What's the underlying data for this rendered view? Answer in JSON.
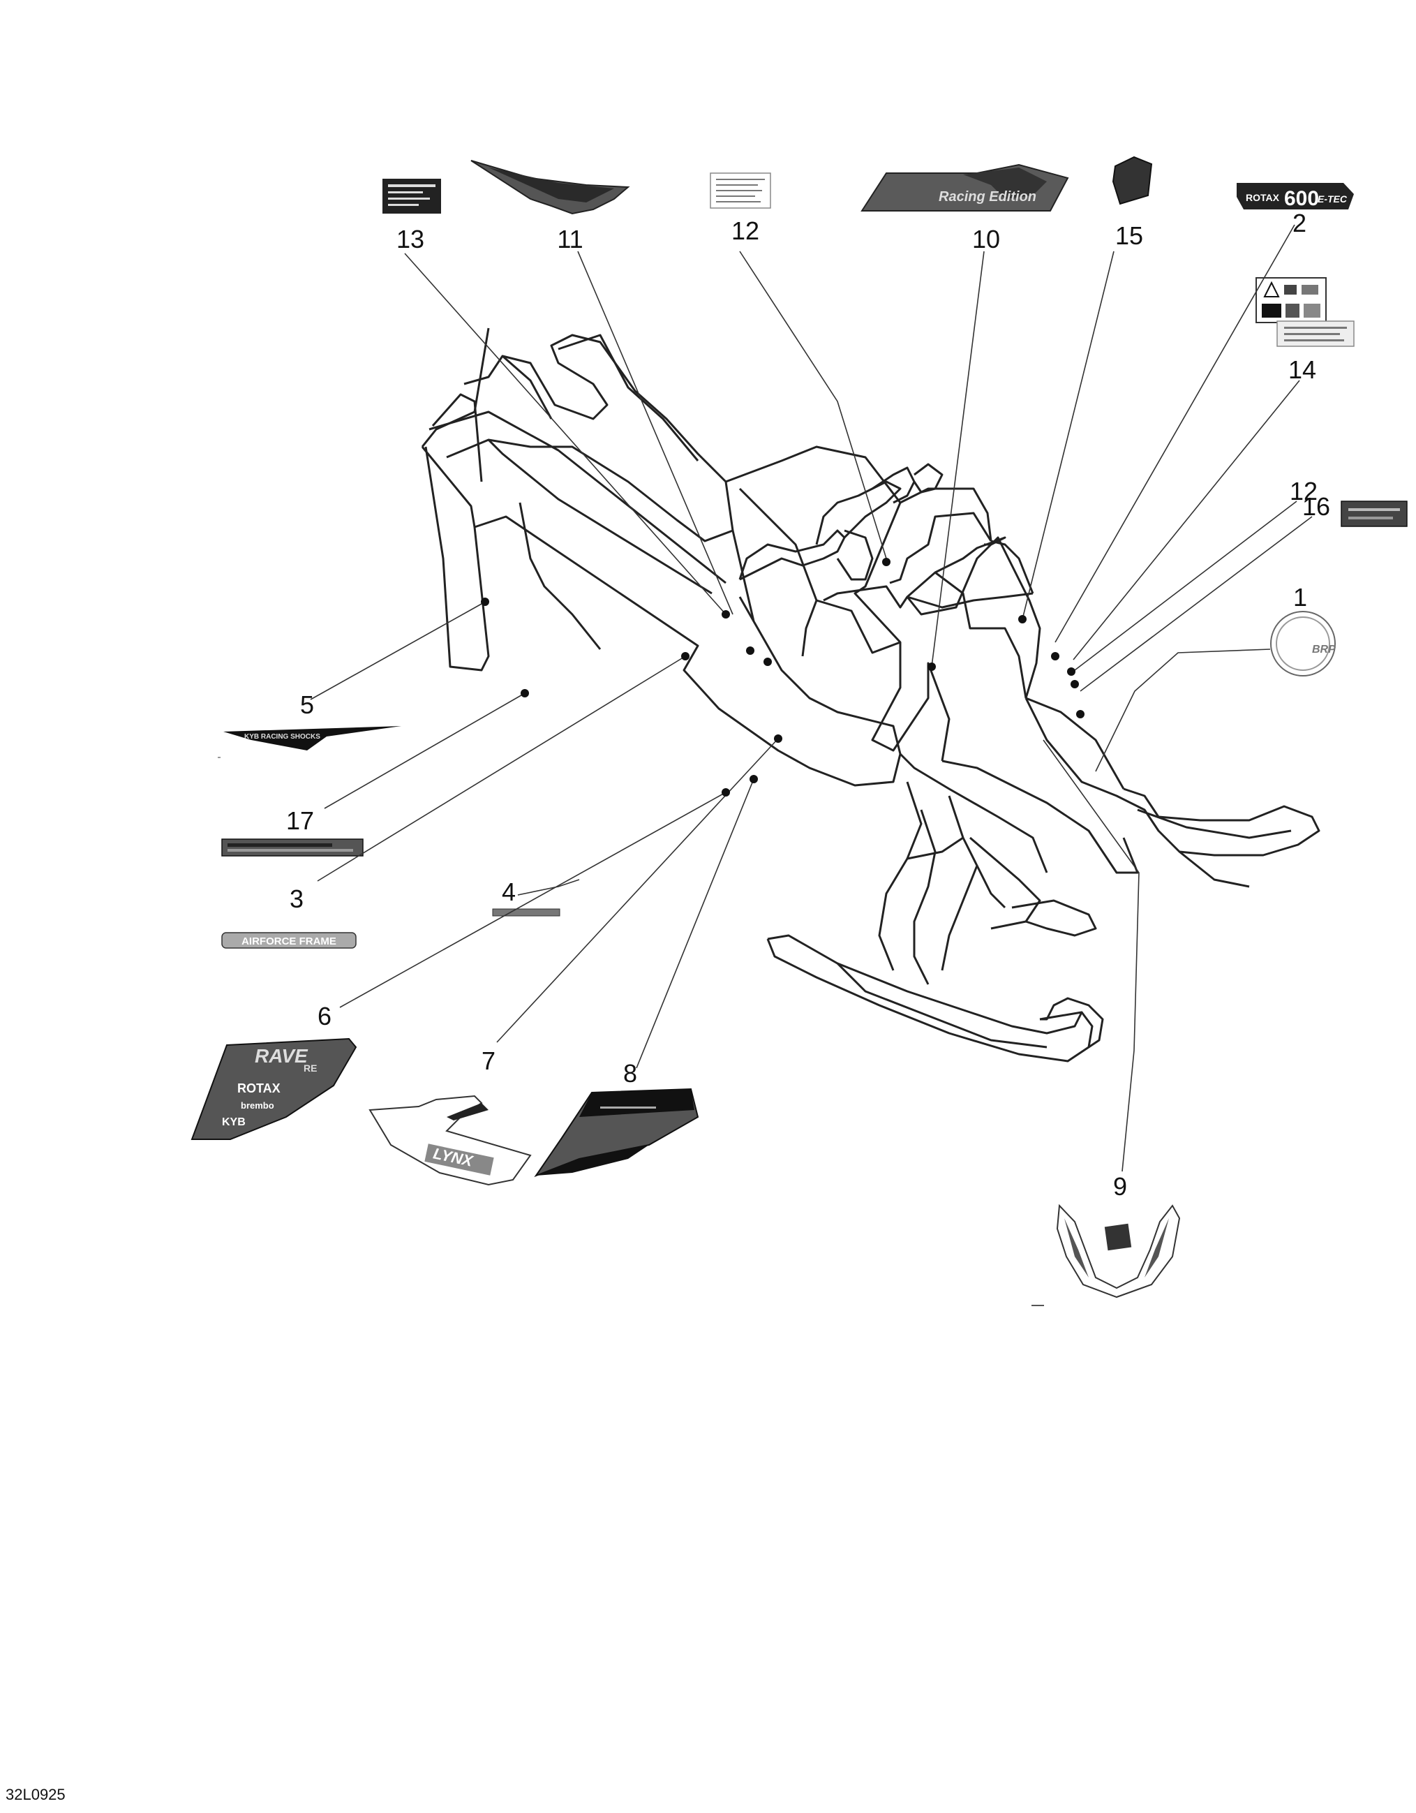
{
  "diagram": {
    "reference_code": "32L0925",
    "callouts": [
      "13",
      "11",
      "12",
      "10",
      "15",
      "2",
      "14",
      "12",
      "16",
      "1",
      "5",
      "17",
      "3",
      "4",
      "6",
      "7",
      "8",
      "9"
    ],
    "decal_text": {
      "rotax_600": "ROTAX",
      "rotax_600_number": "600",
      "rotax_600_suffix": "E-TEC",
      "racing_edition": "Racing Edition",
      "kyb_racing_shocks": "KYB RACING SHOCKS",
      "airforce_frame": "AIRFORCE FRAME",
      "rave": "RAVE",
      "rave_sub": "RE",
      "rotax": "ROTAX",
      "brembo": "brembo",
      "kyb": "KYB",
      "lynx": "LYNX",
      "brp": "BRP"
    }
  }
}
